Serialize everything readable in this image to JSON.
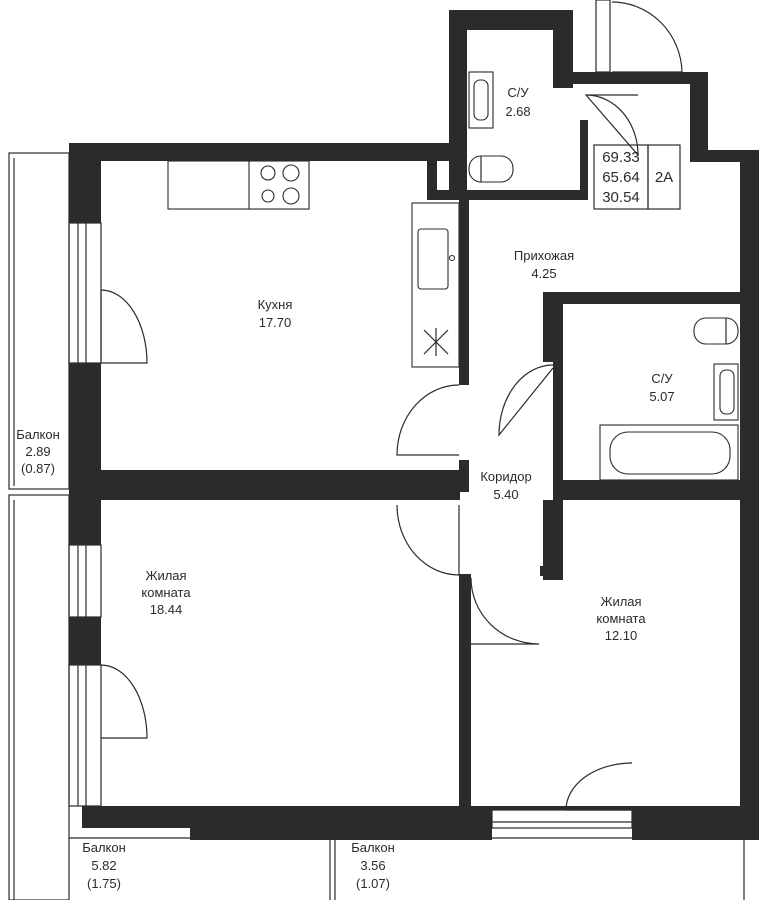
{
  "rooms": {
    "su_top": {
      "name": "С/У",
      "area": "2.68"
    },
    "kitchen": {
      "name": "Кухня",
      "area": "17.70"
    },
    "hall": {
      "name": "Прихожая",
      "area": "4.25"
    },
    "su_right": {
      "name": "С/У",
      "area": "5.07"
    },
    "corridor": {
      "name": "Коридор",
      "area": "5.40"
    },
    "living1": {
      "line1": "Жилая",
      "line2": "комната",
      "area": "18.44"
    },
    "living2": {
      "line1": "Жилая",
      "line2": "комната",
      "area": "12.10"
    },
    "balcony_left": {
      "name": "Балкон",
      "area": "2.89",
      "reduced": "(0.87)"
    },
    "balcony_bottom1": {
      "name": "Балкон",
      "area": "5.82",
      "reduced": "(1.75)"
    },
    "balcony_bottom2": {
      "name": "Балкон",
      "area": "3.56",
      "reduced": "(1.07)"
    }
  },
  "summary": {
    "total": "69.33",
    "no_balcony": "65.64",
    "living": "30.54",
    "type": "2А"
  }
}
